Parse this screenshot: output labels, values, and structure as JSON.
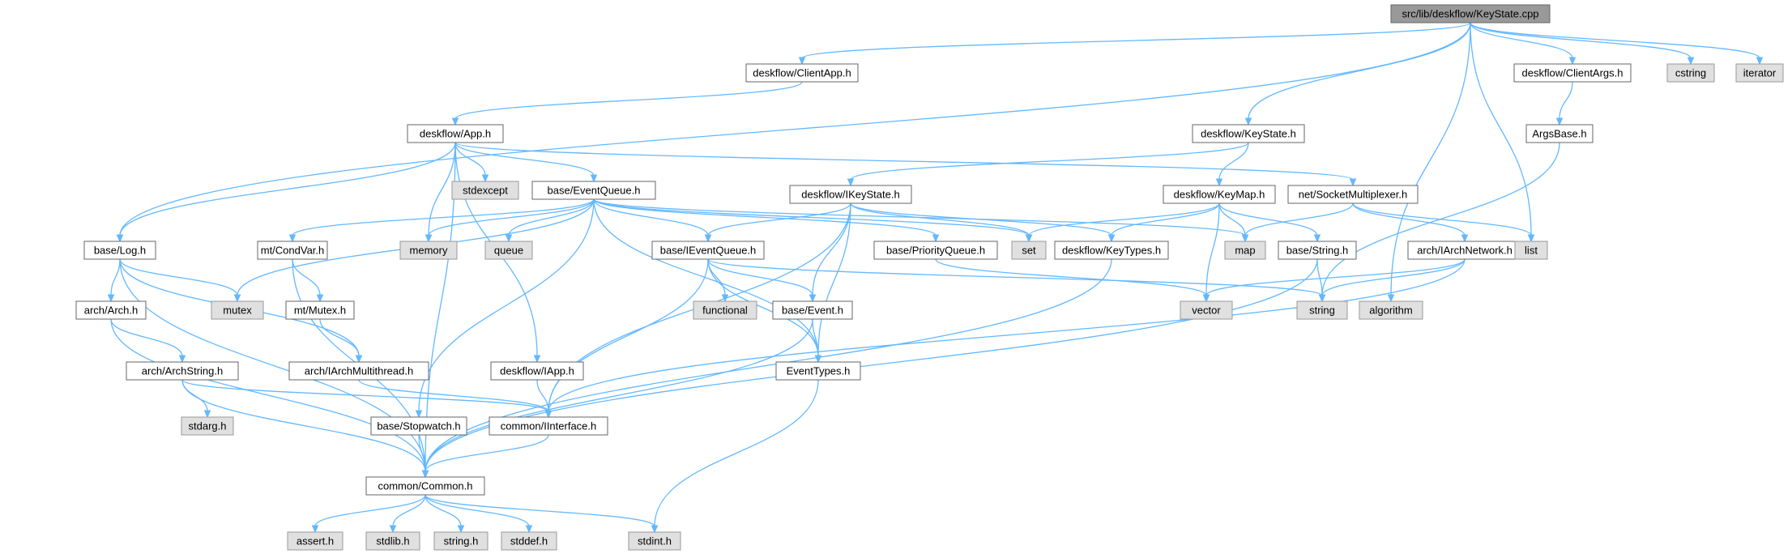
{
  "colors": {
    "root_fill": "#999999",
    "root_stroke": "#666666",
    "file_fill": "#ffffff",
    "file_stroke": "#666666",
    "system_fill": "#e0e0e0",
    "system_stroke": "#999999",
    "edge": "#63b8ff"
  },
  "nodes": [
    {
      "id": "root",
      "label": "src/lib/deskflow/KeyState.cpp",
      "kind": "root"
    },
    {
      "id": "clientapp",
      "label": "deskflow/ClientApp.h",
      "kind": "file"
    },
    {
      "id": "clientargs",
      "label": "deskflow/ClientArgs.h",
      "kind": "file"
    },
    {
      "id": "cstring",
      "label": "cstring",
      "kind": "system"
    },
    {
      "id": "iterator",
      "label": "iterator",
      "kind": "system"
    },
    {
      "id": "app",
      "label": "deskflow/App.h",
      "kind": "file"
    },
    {
      "id": "keystate",
      "label": "deskflow/KeyState.h",
      "kind": "file"
    },
    {
      "id": "argsbase",
      "label": "ArgsBase.h",
      "kind": "file"
    },
    {
      "id": "stdexcept",
      "label": "stdexcept",
      "kind": "system"
    },
    {
      "id": "eventqueue",
      "label": "base/EventQueue.h",
      "kind": "file"
    },
    {
      "id": "ikeystate",
      "label": "deskflow/IKeyState.h",
      "kind": "file"
    },
    {
      "id": "keymap",
      "label": "deskflow/KeyMap.h",
      "kind": "file"
    },
    {
      "id": "socketmux",
      "label": "net/SocketMultiplexer.h",
      "kind": "file"
    },
    {
      "id": "log",
      "label": "base/Log.h",
      "kind": "file"
    },
    {
      "id": "condvar",
      "label": "mt/CondVar.h",
      "kind": "file"
    },
    {
      "id": "memory",
      "label": "memory",
      "kind": "system"
    },
    {
      "id": "queue",
      "label": "queue",
      "kind": "system"
    },
    {
      "id": "ieventqueue",
      "label": "base/IEventQueue.h",
      "kind": "file"
    },
    {
      "id": "priorityqueue",
      "label": "base/PriorityQueue.h",
      "kind": "file"
    },
    {
      "id": "set",
      "label": "set",
      "kind": "system"
    },
    {
      "id": "keytypes",
      "label": "deskflow/KeyTypes.h",
      "kind": "file"
    },
    {
      "id": "map",
      "label": "map",
      "kind": "system"
    },
    {
      "id": "basestring",
      "label": "base/String.h",
      "kind": "file"
    },
    {
      "id": "iarchnetwork",
      "label": "arch/IArchNetwork.h",
      "kind": "file"
    },
    {
      "id": "list",
      "label": "list",
      "kind": "system"
    },
    {
      "id": "mutex",
      "label": "mutex",
      "kind": "system"
    },
    {
      "id": "arch",
      "label": "arch/Arch.h",
      "kind": "file"
    },
    {
      "id": "mtmutex",
      "label": "mt/Mutex.h",
      "kind": "file"
    },
    {
      "id": "functional",
      "label": "functional",
      "kind": "system"
    },
    {
      "id": "event",
      "label": "base/Event.h",
      "kind": "file"
    },
    {
      "id": "vector",
      "label": "vector",
      "kind": "system"
    },
    {
      "id": "string",
      "label": "string",
      "kind": "system"
    },
    {
      "id": "algorithm",
      "label": "algorithm",
      "kind": "system"
    },
    {
      "id": "archstring",
      "label": "arch/ArchString.h",
      "kind": "file"
    },
    {
      "id": "iarchmt",
      "label": "arch/IArchMultithread.h",
      "kind": "file"
    },
    {
      "id": "iapp",
      "label": "deskflow/IApp.h",
      "kind": "file"
    },
    {
      "id": "eventtypes",
      "label": "EventTypes.h",
      "kind": "file"
    },
    {
      "id": "stdarg",
      "label": "stdarg.h",
      "kind": "system"
    },
    {
      "id": "stopwatch",
      "label": "base/Stopwatch.h",
      "kind": "file"
    },
    {
      "id": "iinterface",
      "label": "common/IInterface.h",
      "kind": "file"
    },
    {
      "id": "common",
      "label": "common/Common.h",
      "kind": "file"
    },
    {
      "id": "assert",
      "label": "assert.h",
      "kind": "system"
    },
    {
      "id": "stdlib",
      "label": "stdlib.h",
      "kind": "system"
    },
    {
      "id": "stringh",
      "label": "string.h",
      "kind": "system"
    },
    {
      "id": "stddef",
      "label": "stddef.h",
      "kind": "system"
    },
    {
      "id": "stdint",
      "label": "stdint.h",
      "kind": "system"
    }
  ],
  "edges": [
    [
      "root",
      "clientapp"
    ],
    [
      "root",
      "log"
    ],
    [
      "root",
      "keystate"
    ],
    [
      "root",
      "clientargs"
    ],
    [
      "root",
      "cstring"
    ],
    [
      "root",
      "iterator"
    ],
    [
      "root",
      "list"
    ],
    [
      "root",
      "algorithm"
    ],
    [
      "clientapp",
      "app"
    ],
    [
      "clientargs",
      "argsbase"
    ],
    [
      "argsbase",
      "string"
    ],
    [
      "app",
      "common"
    ],
    [
      "app",
      "log"
    ],
    [
      "app",
      "iapp"
    ],
    [
      "app",
      "memory"
    ],
    [
      "app",
      "stdexcept"
    ],
    [
      "app",
      "eventqueue"
    ],
    [
      "app",
      "socketmux"
    ],
    [
      "eventqueue",
      "mutex"
    ],
    [
      "eventqueue",
      "condvar"
    ],
    [
      "eventqueue",
      "memory"
    ],
    [
      "eventqueue",
      "queue"
    ],
    [
      "eventqueue",
      "ieventqueue"
    ],
    [
      "eventqueue",
      "priorityqueue"
    ],
    [
      "eventqueue",
      "set"
    ],
    [
      "eventqueue",
      "map"
    ],
    [
      "eventqueue",
      "stopwatch"
    ],
    [
      "eventqueue",
      "eventtypes"
    ],
    [
      "keystate",
      "ikeystate"
    ],
    [
      "keystate",
      "keymap"
    ],
    [
      "ikeystate",
      "iinterface"
    ],
    [
      "ikeystate",
      "ieventqueue"
    ],
    [
      "ikeystate",
      "event"
    ],
    [
      "ikeystate",
      "eventtypes"
    ],
    [
      "ikeystate",
      "set"
    ],
    [
      "ikeystate",
      "keytypes"
    ],
    [
      "keymap",
      "set"
    ],
    [
      "keymap",
      "keytypes"
    ],
    [
      "keymap",
      "map"
    ],
    [
      "keymap",
      "basestring"
    ],
    [
      "keymap",
      "vector"
    ],
    [
      "socketmux",
      "map"
    ],
    [
      "socketmux",
      "iarchnetwork"
    ],
    [
      "socketmux",
      "list"
    ],
    [
      "iarchnetwork",
      "vector"
    ],
    [
      "iarchnetwork",
      "string"
    ],
    [
      "iarchnetwork",
      "iinterface"
    ],
    [
      "basestring",
      "string"
    ],
    [
      "basestring",
      "common"
    ],
    [
      "keytypes",
      "common"
    ],
    [
      "priorityqueue",
      "vector"
    ],
    [
      "log",
      "mutex"
    ],
    [
      "log",
      "arch"
    ],
    [
      "log",
      "iarchmt"
    ],
    [
      "log",
      "common"
    ],
    [
      "arch",
      "archstring"
    ],
    [
      "arch",
      "common"
    ],
    [
      "archstring",
      "stdarg"
    ],
    [
      "archstring",
      "iinterface"
    ],
    [
      "archstring",
      "common"
    ],
    [
      "condvar",
      "mtmutex"
    ],
    [
      "condvar",
      "common"
    ],
    [
      "mtmutex",
      "iarchmt"
    ],
    [
      "iarchmt",
      "iinterface"
    ],
    [
      "ieventqueue",
      "functional"
    ],
    [
      "ieventqueue",
      "event"
    ],
    [
      "ieventqueue",
      "iinterface"
    ],
    [
      "ieventqueue",
      "eventtypes"
    ],
    [
      "ieventqueue",
      "string"
    ],
    [
      "event",
      "eventtypes"
    ],
    [
      "event",
      "common"
    ],
    [
      "eventtypes",
      "stdint"
    ],
    [
      "iapp",
      "iinterface"
    ],
    [
      "stopwatch",
      "common"
    ],
    [
      "iinterface",
      "common"
    ],
    [
      "common",
      "assert"
    ],
    [
      "common",
      "stdlib"
    ],
    [
      "common",
      "stringh"
    ],
    [
      "common",
      "stddef"
    ],
    [
      "common",
      "stdint"
    ]
  ]
}
